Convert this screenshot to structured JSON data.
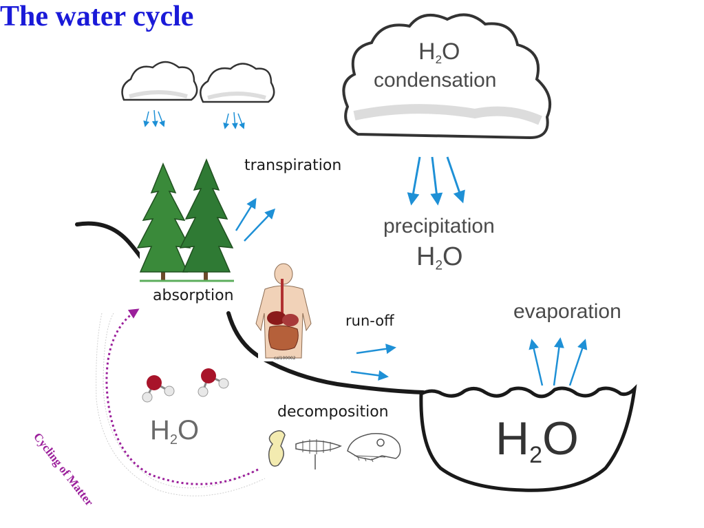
{
  "title": "The water cycle",
  "labels": {
    "condensation": "condensation",
    "precipitation": "precipitation",
    "transpiration": "transpiration",
    "absorption": "absorption",
    "run_off": "run-off",
    "evaporation": "evaporation",
    "decomposition": "decomposition",
    "cycling": "Cycling of Matter"
  },
  "formula": {
    "base": "H",
    "sub": "2",
    "tail": "O"
  },
  "colors": {
    "title": "#1a1ad8",
    "arrows": "#1e90d6",
    "cycling": "#9b1f9b",
    "outline": "#1a1a1a",
    "formula": "#4a4a4a"
  },
  "icons": [
    "cloud-icon",
    "tree-icon",
    "human-digestive-icon",
    "water-molecule-icon",
    "bone-icon",
    "fish-skeleton-icon",
    "animal-skull-icon"
  ]
}
